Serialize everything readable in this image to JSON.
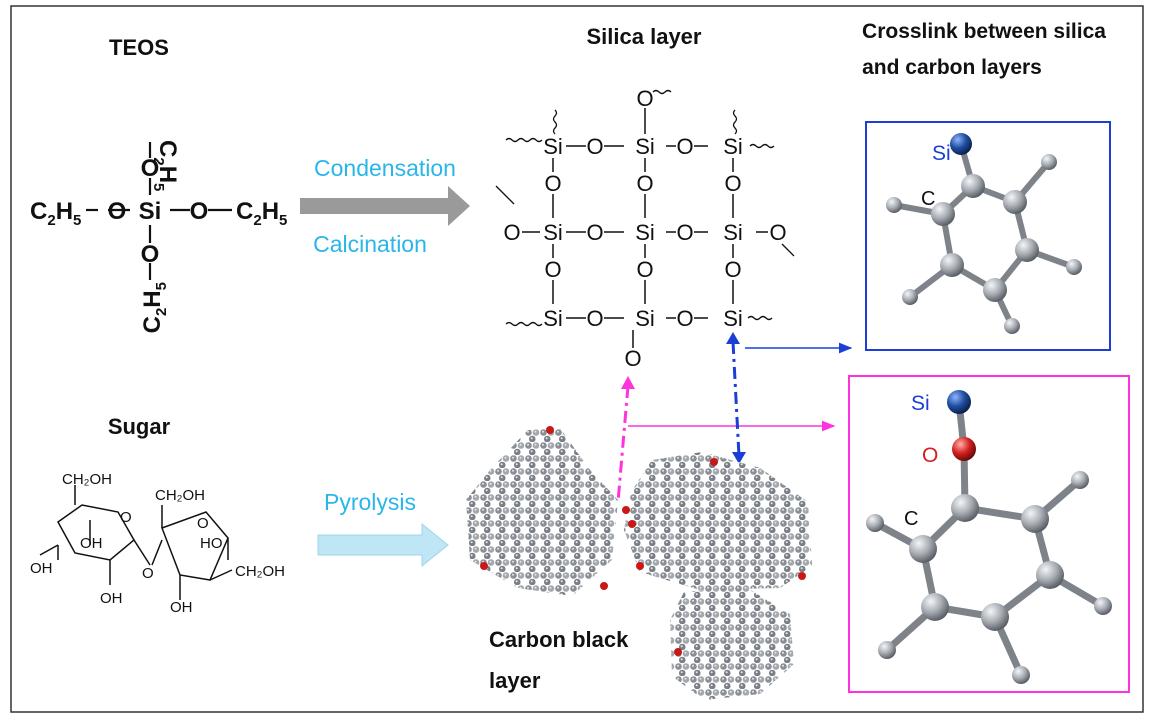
{
  "diagram": {
    "teos_title": "TEOS",
    "teos": {
      "si": "Si",
      "o": "O",
      "ethyl": "C2H5",
      "ethyl_c": "C",
      "ethyl_2": "2",
      "ethyl_h": "H",
      "ethyl_5": "5"
    },
    "arrow_condensation": "Condensation",
    "arrow_calcination": "Calcination",
    "silica_title": "Silica layer",
    "silica": {
      "si": "Si",
      "o": "O"
    },
    "crosslink_title_line1": "Crosslink between silica",
    "crosslink_title_line2": "and carbon layers",
    "box1": {
      "si": "Si",
      "c": "C"
    },
    "box2": {
      "si": "Si",
      "o": "O",
      "c": "C"
    },
    "sugar_title": "Sugar",
    "sugar": {
      "ch2oh": "CH₂OH",
      "oh": "OH",
      "o": "O",
      "ho": "HO"
    },
    "arrow_pyrolysis": "Pyrolysis",
    "carbon_title_line1": "Carbon black",
    "carbon_title_line2": "layer",
    "colors": {
      "condensation_text": "#29b6e8",
      "gray_arrow": "#9a9a9a",
      "pyrolysis_arrow": "#bfe6f5",
      "blue": "#1a3fd6",
      "magenta": "#ff33dd",
      "si_atom": "#1f4fa0",
      "o_atom": "#d42020",
      "c_atom": "#a8adb4"
    }
  }
}
